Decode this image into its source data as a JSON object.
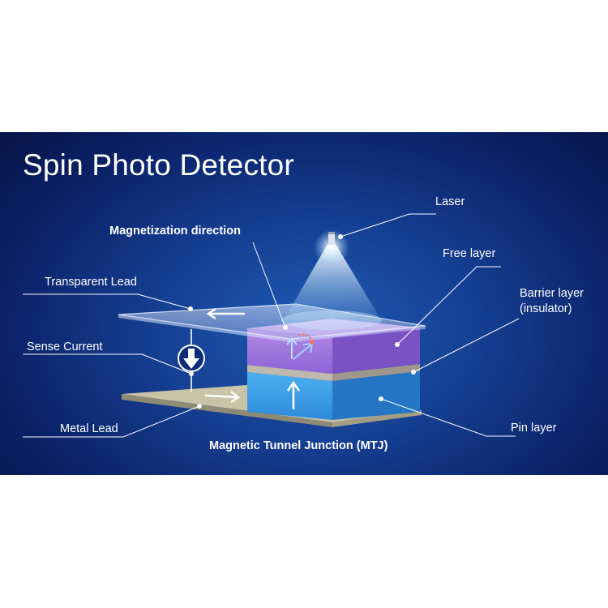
{
  "title": "Spin Photo Detector",
  "labels": {
    "laser": "Laser",
    "magnetization_direction": "Magnetization direction",
    "free_layer": "Free layer",
    "transparent_lead": "Transparent Lead",
    "barrier_layer_line1": "Barrier layer",
    "barrier_layer_line2": "(insulator)",
    "sense_current": "Sense Current",
    "metal_lead": "Metal Lead",
    "pin_layer": "Pin layer",
    "mtj": "Magnetic Tunnel Junction (MTJ)"
  },
  "colors": {
    "background": "#153f92",
    "free_layer": "#a77ee0",
    "barrier_layer": "#b8b2a8",
    "pin_layer": "#3fa3ea",
    "metal_lead": "#c7c1a6",
    "transparent_lead": "#c9d6f2",
    "laser_beam": "#dff4ff",
    "magnetization_arrow": "#9fd6ff",
    "rotation_marker": "#ff6b4a"
  },
  "icons": {
    "pin_arrow": "up-arrow-icon",
    "current_arrow": "down-arrow-circle-icon",
    "lead_arrow_top": "left-arrow-icon",
    "lead_arrow_bottom": "right-arrow-icon"
  }
}
